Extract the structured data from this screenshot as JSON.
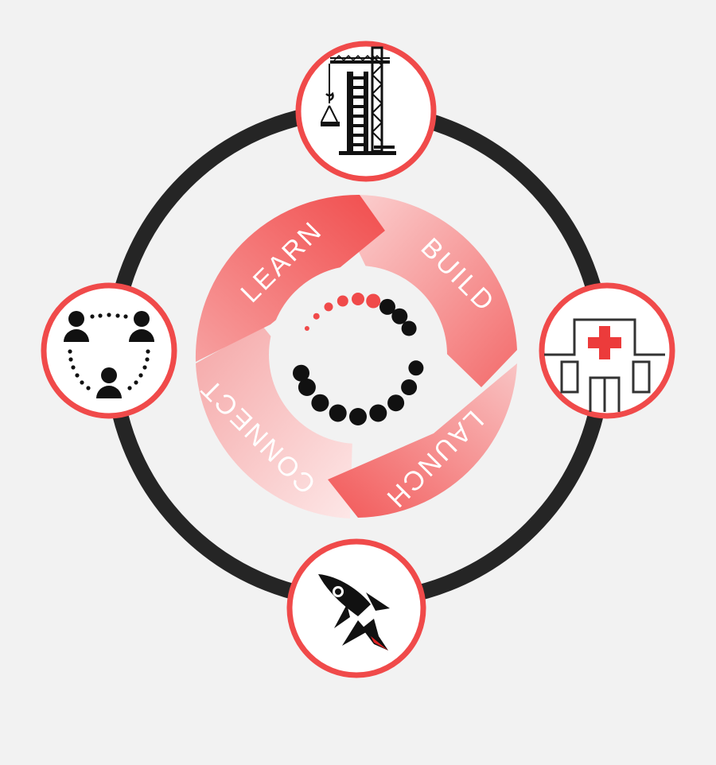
{
  "diagram": {
    "segments": [
      {
        "id": "learn",
        "label": "LEARN"
      },
      {
        "id": "build",
        "label": "BUILD"
      },
      {
        "id": "launch",
        "label": "LAUNCH"
      },
      {
        "id": "connect",
        "label": "CONNECT"
      }
    ],
    "nodes": [
      {
        "id": "top",
        "icon": "construction-crane-icon"
      },
      {
        "id": "right",
        "icon": "hospital-icon"
      },
      {
        "id": "bottom",
        "icon": "rocket-icon"
      },
      {
        "id": "left",
        "icon": "people-network-icon"
      }
    ],
    "spinner": {
      "icon": "loading-spinner-icon"
    }
  },
  "colors": {
    "background": "#f2f2f2",
    "ring": "#252525",
    "accent": "#f04a4a",
    "icon": "#111111",
    "cross": "#ec3b3b"
  }
}
